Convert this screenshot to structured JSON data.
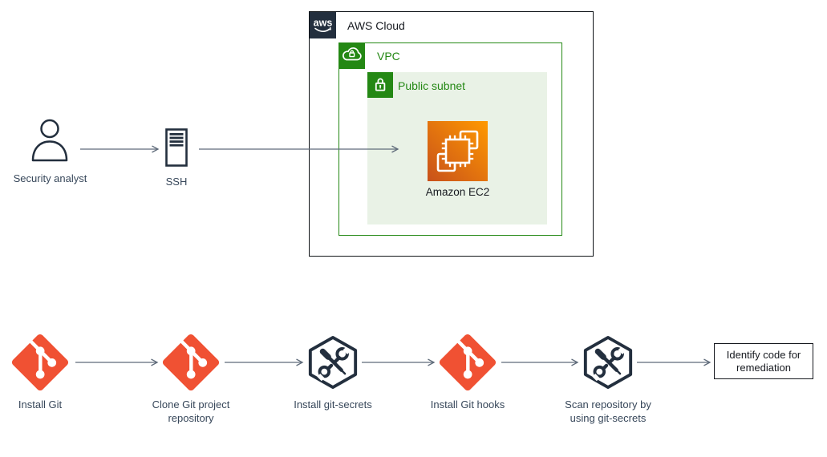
{
  "top": {
    "actor": {
      "label": "Security analyst"
    },
    "ssh": {
      "label": "SSH"
    },
    "aws_cloud": {
      "title": "AWS Cloud",
      "logo_text": "aws"
    },
    "vpc": {
      "title": "VPC"
    },
    "subnet": {
      "title": "Public subnet"
    },
    "ec2": {
      "label": "Amazon EC2"
    }
  },
  "workflow": {
    "steps": [
      {
        "icon": "git-icon",
        "label": "Install Git"
      },
      {
        "icon": "git-icon",
        "label": "Clone Git project repository",
        "line1": "Clone Git project",
        "line2": "repository"
      },
      {
        "icon": "tools-hexagon-icon",
        "label": "Install git-secrets"
      },
      {
        "icon": "git-icon",
        "label": "Install Git hooks"
      },
      {
        "icon": "tools-hexagon-icon",
        "label": "Scan repository by using git-secrets",
        "line1": "Scan repository by",
        "line2": "using git-secrets"
      },
      {
        "icon": "box",
        "label": "Identify code for remediation",
        "line1": "Identify code for",
        "line2": "remediation"
      }
    ]
  },
  "colors": {
    "aws_dark_navy": "#232F3E",
    "green": "#248814",
    "subnet_fill": "#E9F2E6",
    "ec2_gradient_start": "#C8511B",
    "ec2_gradient_end": "#FF9900",
    "git_orange": "#F05133",
    "arrow_gray": "#5F6B7A",
    "label_navy": "#37475A"
  }
}
